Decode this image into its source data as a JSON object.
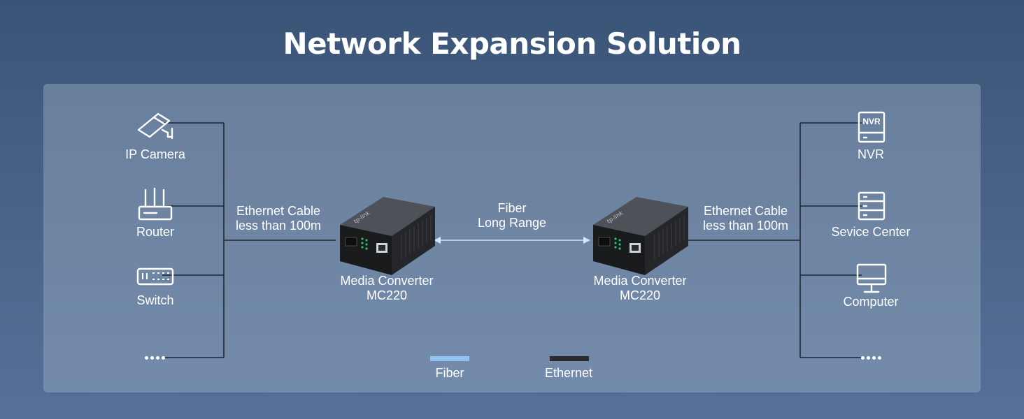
{
  "title": "Network Expansion Solution",
  "left_devices": [
    {
      "label": "IP Camera",
      "icon": "ip-camera-icon"
    },
    {
      "label": "Router",
      "icon": "router-icon"
    },
    {
      "label": "Switch",
      "icon": "switch-icon"
    },
    {
      "label": "....",
      "icon": "more-dots-icon"
    }
  ],
  "right_devices": [
    {
      "label": "NVR",
      "icon": "nvr-icon"
    },
    {
      "label": "Sevice Center",
      "icon": "server-icon"
    },
    {
      "label": "Computer",
      "icon": "computer-icon"
    },
    {
      "label": "....",
      "icon": "more-dots-icon"
    }
  ],
  "nvr_icon_text": "NVR",
  "left_cable": {
    "line1": "Ethernet Cable",
    "line2": "less than 100m"
  },
  "right_cable": {
    "line1": "Ethernet Cable",
    "line2": "less than 100m"
  },
  "fiber_link": {
    "line1": "Fiber",
    "line2": "Long Range"
  },
  "converters": [
    {
      "line1": "Media Converter",
      "line2": "MC220",
      "brand": "tp-link"
    },
    {
      "line1": "Media Converter",
      "line2": "MC220",
      "brand": "tp-link"
    }
  ],
  "legend": [
    {
      "label": "Fiber",
      "color": "#8fc3f0"
    },
    {
      "label": "Ethernet",
      "color": "#2b2b2b"
    }
  ],
  "colors": {
    "ethernet_line": "#1f2730",
    "fiber_line": "#bfe0fb"
  }
}
